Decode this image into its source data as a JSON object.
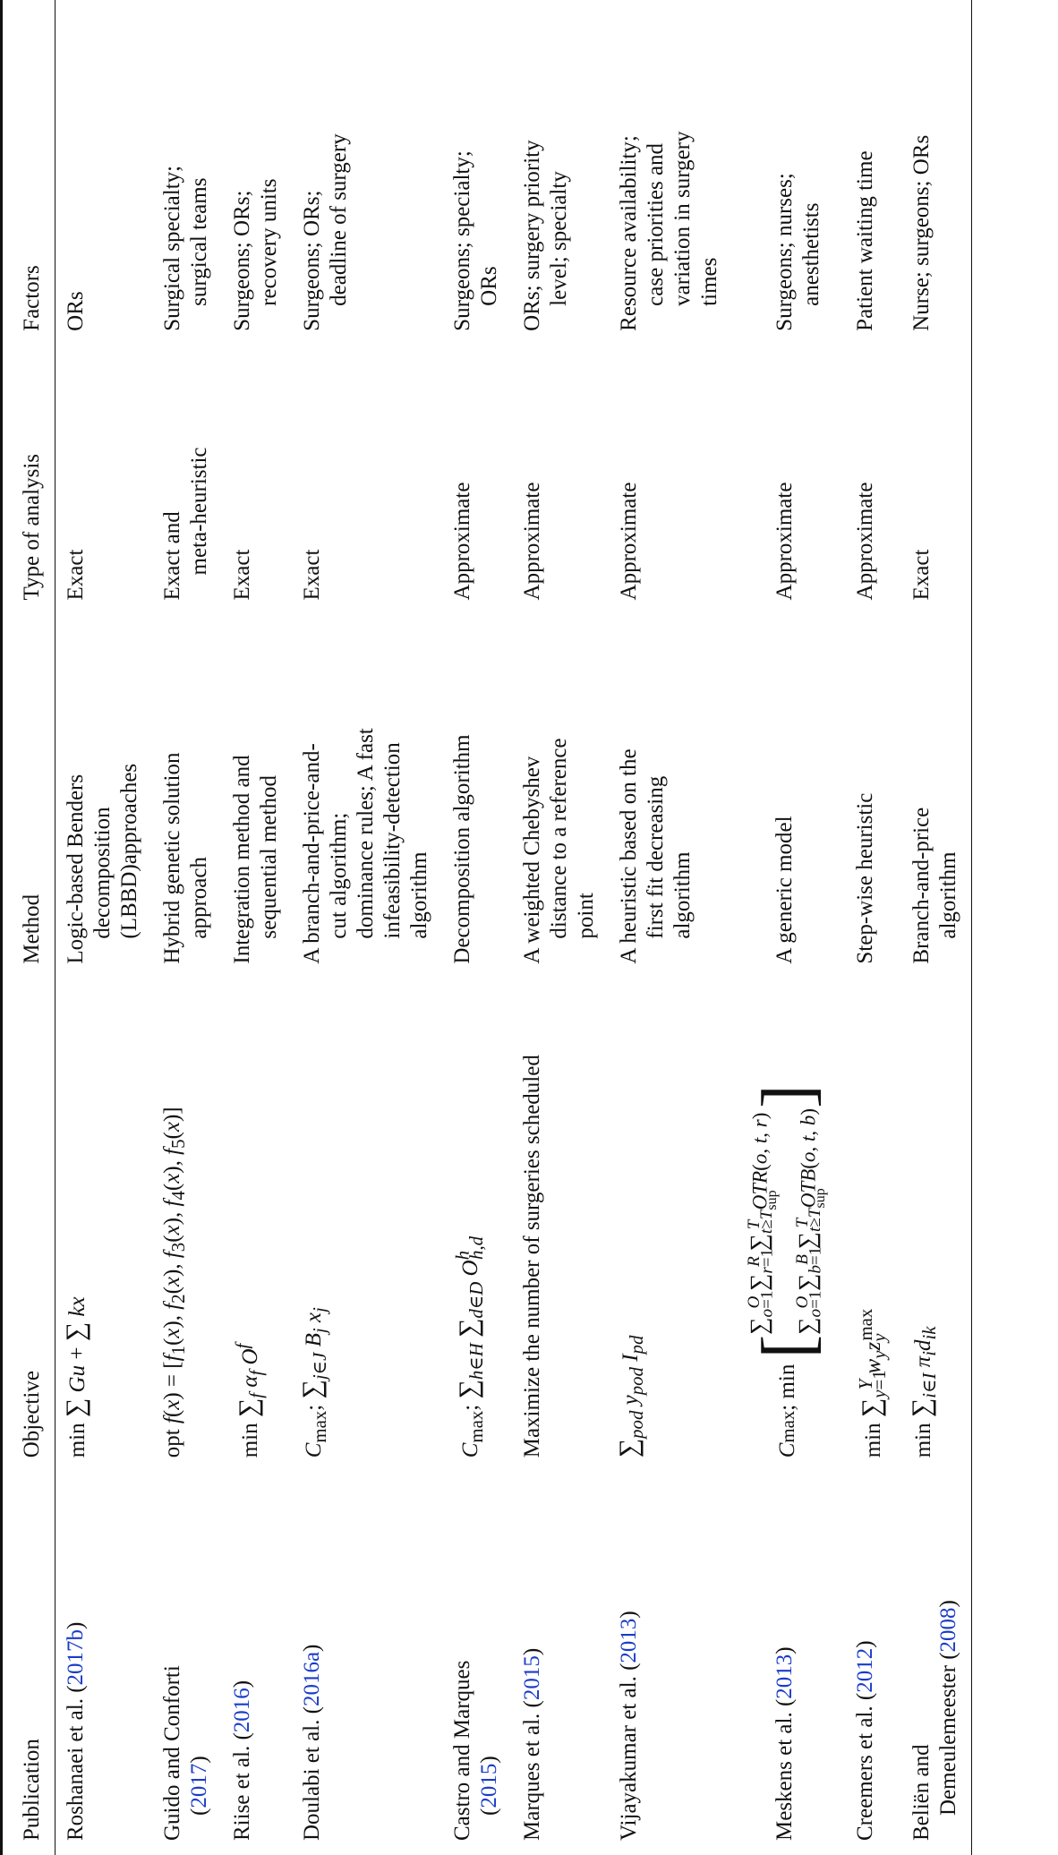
{
  "header": {
    "publication": "Publication",
    "objective": "Objective",
    "method": "Method",
    "type": "Type of analysis",
    "factors": "Factors"
  },
  "rows": [
    {
      "pub_pre": "Roshanaei et al. (",
      "pub_year": "2017b",
      "pub_post": ")",
      "objective": "min ∑ Gu + ∑ kx",
      "method": [
        "Logic-based Benders",
        "decomposition",
        "(LBBD)approaches"
      ],
      "type": [
        "Exact"
      ],
      "factors": [
        "ORs"
      ]
    },
    {
      "pub_pre": "Guido and Conforti",
      "pub_year": "2017",
      "pub_post": ")",
      "objective": "opt f(x) = [f1(x), f2(x), f3(x), f4(x), f5(x)]",
      "method": [
        "Hybrid genetic solution",
        "approach"
      ],
      "type": [
        "Exact and",
        "meta-heuristic"
      ],
      "factors": [
        "Surgical specialty;",
        "surgical teams"
      ]
    },
    {
      "pub_pre": "Riise et al. (",
      "pub_year": "2016",
      "pub_post": ")",
      "objective": "min ∑f αf O^f",
      "method": [
        "Integration method and",
        "sequential method"
      ],
      "type": [
        "Exact"
      ],
      "factors": [
        "Surgeons; ORs;",
        "recovery units"
      ]
    },
    {
      "pub_pre": "Doulabi et al. (",
      "pub_year": "2016a",
      "pub_post": ")",
      "objective": "Cmax; ∑j∈J Bj xj",
      "method": [
        "A branch-and-price-and-",
        "cut algorithm;",
        "dominance rules; A fast",
        "infeasibility-detection",
        "algorithm"
      ],
      "type": [
        "Exact"
      ],
      "factors": [
        "Surgeons; ORs;",
        "deadline of surgery"
      ]
    },
    {
      "pub_pre": "Castro and Marques",
      "pub_year": "2015",
      "pub_post": ")",
      "objective": "Cmax; ∑h∈H ∑d∈D O^h_h,d",
      "method": [
        "Decomposition algorithm"
      ],
      "type": [
        "Approximate"
      ],
      "factors": [
        "Surgeons; specialty;",
        "ORs"
      ]
    },
    {
      "pub_pre": "Marques et al. (",
      "pub_year": "2015",
      "pub_post": ")",
      "objective": "Maximize the number of surgeries scheduled",
      "method": [
        "A weighted Chebyshev",
        "distance to a reference",
        "point"
      ],
      "type": [
        "Approximate"
      ],
      "factors": [
        "ORs; surgery priority",
        "level; specialty"
      ]
    },
    {
      "pub_pre": "Vijayakumar et al. (",
      "pub_year": "2013",
      "pub_post": ")",
      "objective": "∑pod ypod Ipd",
      "method": [
        "A heuristic based on the",
        "first fit decreasing",
        "algorithm"
      ],
      "type": [
        "Approximate"
      ],
      "factors": [
        "Resource availability;",
        "case priorities and",
        "variation in surgery",
        "times"
      ]
    },
    {
      "pub_pre": "Meskens et al. (",
      "pub_year": "2013",
      "pub_post": ")",
      "objective": "Cmax; min [ ∑o=1..O ∑r=1..R ∑t≥Tsup..T OTR(o,t,r) ; ∑o=1..O ∑b=1..B ∑t≥Tsup..T OTB(o,t,b) ]",
      "method": [
        "A generic model"
      ],
      "type": [
        "Approximate"
      ],
      "factors": [
        "Surgeons; nurses;",
        "anesthetists"
      ]
    },
    {
      "pub_pre": "Creemers et al. (",
      "pub_year": "2012",
      "pub_post": ")",
      "objective": "min ∑y=1..Y wy zy^max",
      "method": [
        "Step-wise heuristic"
      ],
      "type": [
        "Approximate"
      ],
      "factors": [
        "Patient waiting time"
      ]
    },
    {
      "pub_pre": "Beliën and",
      "pub_year": "2008",
      "pub_post": ")",
      "objective": "min ∑i∈I πi dik",
      "method": [
        "Branch-and-price",
        "algorithm"
      ],
      "type": [
        "Exact"
      ],
      "factors": [
        "Nurse; surgeons; ORs"
      ]
    }
  ],
  "row_lines": {
    "guido_l2_pre": "(",
    "castro_l2_pre": "(",
    "belien_l2_pre": "Demeulemeester ("
  }
}
